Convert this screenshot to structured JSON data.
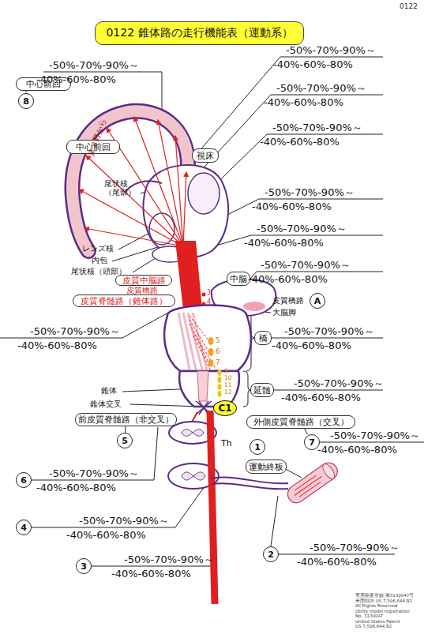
{
  "diagram": {
    "title": "0122 錐体路の走行機能表（運動系）",
    "nodes": [
      {
        "text": [
          "中心前回"
        ]
      },
      {
        "text": [
          "8"
        ]
      },
      {
        "text": [
          "中心前回"
        ]
      },
      {
        "text": [
          "視床"
        ]
      },
      {
        "text": [
          "中脳"
        ]
      },
      {
        "text": [
          "皮質中脳路"
        ]
      },
      {
        "text": [
          "皮質脊髄路（錐体路）"
        ]
      },
      {
        "text": [
          "A"
        ]
      },
      {
        "text": [
          "橋"
        ]
      },
      {
        "text": [
          "延髄"
        ]
      },
      {
        "text": [
          "C1"
        ]
      },
      {
        "text": [
          "前皮質脊髄路（非交叉）"
        ]
      },
      {
        "text": [
          "外側皮質脊髄路（交叉）"
        ]
      },
      {
        "text": [
          "5"
        ]
      },
      {
        "text": [
          "7"
        ]
      },
      {
        "text": [
          "1"
        ]
      },
      {
        "text": [
          "運動終板"
        ]
      },
      {
        "text": [
          "6"
        ]
      },
      {
        "text": [
          "4"
        ]
      },
      {
        "text": [
          "2"
        ]
      },
      {
        "text": [
          "3"
        ]
      }
    ],
    "edges": [
      {
        "from": 11,
        "to": 13,
        "arrow": "none"
      },
      {
        "from": 12,
        "to": 14,
        "arrow": "none"
      }
    ],
    "labels": [
      "0122",
      "第８野から",
      "尾状核 （尾部）",
      "レンズ核",
      "内包",
      "尾状核（頭部）",
      "皮質橋路",
      "3",
      "4",
      "皮質橋路",
      "大脳脚",
      "5",
      "6",
      "7",
      "9",
      "10",
      "11",
      "12",
      "錐体",
      "錐体交叉",
      "Th",
      "-50%-70%-90%～",
      "-40%-60%-80%",
      "-50%-70%-90%～",
      "-40%-60%-80%",
      "-50%-70%-90%～",
      "-40%-60%-80%",
      "-50%-70%-90%～",
      "-40%-60%-80%",
      "-50%-70%-90%～",
      "-40%-60%-80%",
      "-50%-70%-90%～",
      "-40%-60%-80%",
      "-50%-70%-90%～",
      "-40%-60%-80%",
      "-50%-70%-90%～",
      "-40%-60%-80%",
      "-50%-70%-90%～",
      "-40%-60%-80%",
      "-50%-70%-90%～",
      "-40%-60%-80%",
      "-50%-70%-90%～",
      "-40%-60%-80%",
      "-50%-70%-90%～",
      "-40%-60%-80%",
      "-50%-70%-90%～",
      "-40%-60%-80%",
      "-50%-70%-90%～",
      "-40%-60%-80%",
      "-50%-70%-90%～",
      "-40%-60%-80%",
      "実用新案登録 第3130047号",
      "米国特許 US 7,506,644 B2",
      "All Rights Reserved",
      "Utility model registration",
      "No. 3130047",
      "United States Patent",
      "US 7,506,644 B2"
    ]
  }
}
